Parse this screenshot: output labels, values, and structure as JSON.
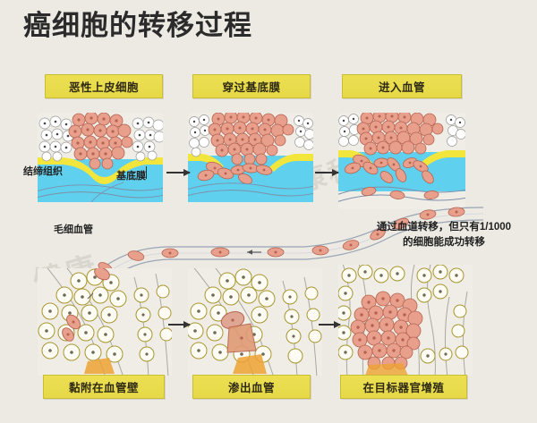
{
  "title": "癌细胞的转移过程",
  "background_color": "#eceae3",
  "chip_color": "#ecdf52",
  "colors": {
    "tumor_cell": "#e8a08d",
    "normal_epithelium": "#ffffff",
    "basement_membrane": "#f2e63d",
    "connective_tissue": "#5fd0ee",
    "target_tissue": "#b5a23c",
    "chip_border": "#c9bd34",
    "text": "#2b2b2b"
  },
  "steps": {
    "top": [
      {
        "label": "恶性上皮细胞",
        "name": "step-malignant-epithelial-cells"
      },
      {
        "label": "穿过基底膜",
        "name": "step-penetrate-basement-membrane"
      },
      {
        "label": "进入血管",
        "name": "step-enter-blood-vessel"
      }
    ],
    "bottom": [
      {
        "label": "黏附在血管壁",
        "name": "step-adhere-vessel-wall"
      },
      {
        "label": "渗出血管",
        "name": "step-extravasate-vessel"
      },
      {
        "label": "在目标器官增殖",
        "name": "step-proliferate-target-organ"
      }
    ]
  },
  "annotations": {
    "connective_tissue": "结缔组织",
    "basement_membrane": "基底膜",
    "capillary": "毛细血管",
    "bloodstream_note": "通过血道转移，但只有1/1000的细胞能成功转移"
  },
  "watermark": {
    "text_1": "健康",
    "text_2": "健康科普",
    "text_3": "科普"
  },
  "icons": {
    "flow_arrow": "arrow-right-icon"
  }
}
